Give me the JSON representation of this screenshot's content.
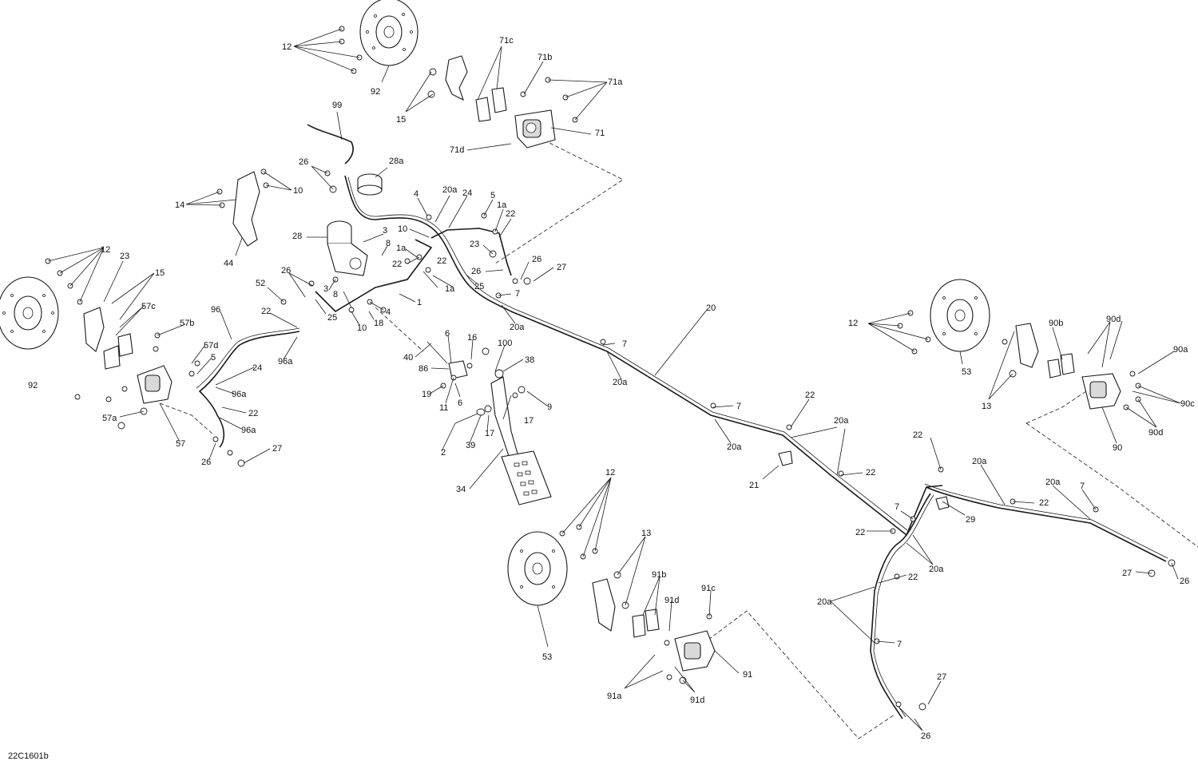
{
  "diagram_ref": "22C1601b",
  "callouts": {
    "c12a": "12",
    "c92a": "92",
    "c71c": "71c",
    "c71b": "71b",
    "c71a": "71a",
    "c71": "71",
    "c71d": "71d",
    "c15a": "15",
    "c99": "99",
    "c26a": "26",
    "c28a": "28a",
    "c14": "14",
    "c10a": "10",
    "c44": "44",
    "c4a": "4",
    "c20a1": "20a",
    "c24a": "24",
    "c5a": "5",
    "c1a1": "1a",
    "c22a": "22",
    "c28": "28",
    "c3a": "3",
    "c8a": "8",
    "c1a2": "1a",
    "c10b": "10",
    "c22b": "22",
    "c23a": "23",
    "c26b": "26",
    "c26c": "26",
    "c27a": "27",
    "c12b": "12",
    "c23b": "23",
    "c15b": "15",
    "c52": "52",
    "c26d": "26",
    "c3b": "3",
    "c8b": "8",
    "c22c": "22",
    "c1a3": "1a",
    "c25a": "25",
    "c7a": "7",
    "c1": "1",
    "c20a2": "20a",
    "c20": "20",
    "c96": "96",
    "c22d": "22",
    "c57c": "57c",
    "c57b": "57b",
    "c25b": "25",
    "c4b": "4",
    "c10c": "10",
    "c18": "18",
    "c57d": "57d",
    "c96a1": "96a",
    "c5b": "5",
    "c24b": "24",
    "c6a": "6",
    "c16": "16",
    "c100": "100",
    "c40": "40",
    "c7b": "7",
    "c20a3": "20a",
    "c86": "86",
    "c38": "38",
    "c92b": "92",
    "c96a2": "96a",
    "c19": "19",
    "c11": "11",
    "c6b": "6",
    "c9": "9",
    "c57a": "57a",
    "c22e": "22",
    "c17a": "17",
    "c17b": "17",
    "c57": "57",
    "c96a3": "96a",
    "c2": "2",
    "c39": "39",
    "c26e": "26",
    "c27b": "27",
    "c34": "34",
    "c7c": "7",
    "c22f": "22",
    "c20a4": "20a",
    "c20a5": "20a",
    "c21": "21",
    "c22g": "22",
    "c12c": "12",
    "c53a": "53",
    "c90b": "90b",
    "c90d1": "90d",
    "c90a": "90a",
    "c13a": "13",
    "c90c": "90c",
    "c90d2": "90d",
    "c90": "90",
    "c22h": "22",
    "c20a6": "20a",
    "c20a7": "20a",
    "c7d": "7",
    "c22i": "22",
    "c7e": "7",
    "c29": "29",
    "c22j": "22",
    "c20a8": "20a",
    "c27c": "27",
    "c26f": "26",
    "c12d": "12",
    "c13b": "13",
    "c22k": "22",
    "c20a9": "20a",
    "c91b": "91b",
    "c91d1": "91d",
    "c91c": "91c",
    "c53b": "53",
    "c91": "91",
    "c7f": "7",
    "c91a": "91a",
    "c91d2": "91d",
    "c27d": "27",
    "c26g": "26"
  }
}
